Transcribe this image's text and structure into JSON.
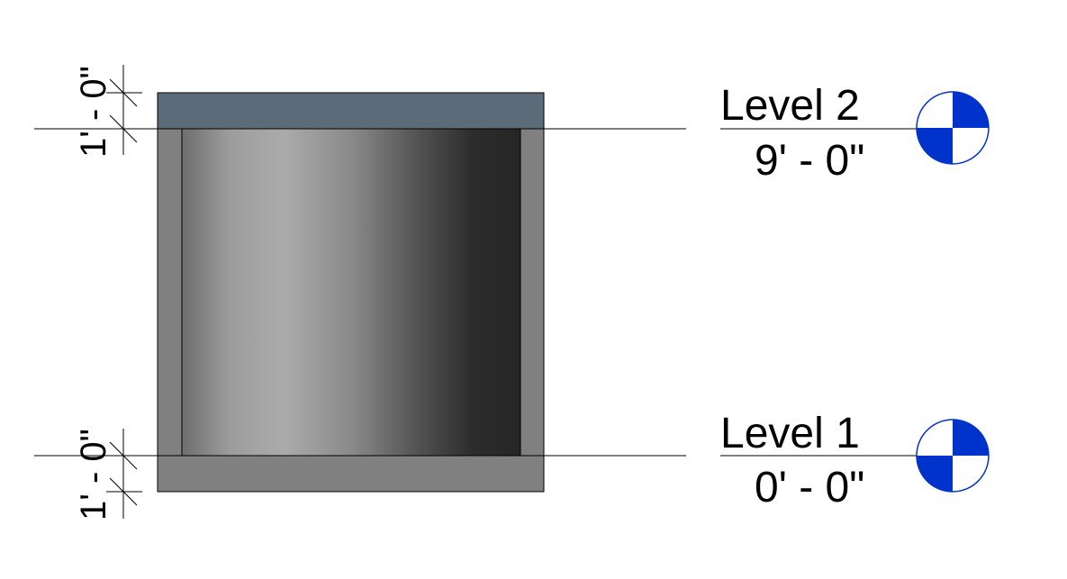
{
  "levels": [
    {
      "name": "Level 2",
      "elevation": "9' - 0\""
    },
    {
      "name": "Level 1",
      "elevation": "0' - 0\""
    }
  ],
  "dimensions": {
    "top": "1' - 0\"",
    "bottom": "1' - 0\""
  },
  "colors": {
    "slab_top": "#5b6b79",
    "wall_frame": "#808080",
    "level_marker": "#0033cc",
    "line": "#000000"
  },
  "icons": {
    "level_marker": "level-head-marker-icon"
  }
}
